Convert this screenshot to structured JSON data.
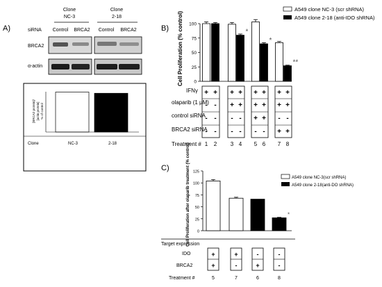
{
  "panelA": {
    "label": "A)",
    "clone1_label": [
      "Clone",
      "NC-3"
    ],
    "clone2_label": [
      "Clone",
      "2-18"
    ],
    "sirna_label": "siRNA",
    "lane_labels": [
      "Control",
      "BRCA2",
      "Control",
      "BRCA2"
    ],
    "blot_labels": [
      "BRCA2",
      "α-actin"
    ],
    "ylabel": [
      "[BRCA2 protein]/",
      "[actin protein]",
      "% of control"
    ],
    "clone_row_label": "Clone",
    "clone_values": [
      "NC-3",
      "2-18"
    ]
  },
  "panelB": {
    "label": "B)",
    "treatment_label": "Treatment #",
    "treatment_numbers": [
      "1",
      "2",
      "3",
      "4",
      "5",
      "6",
      "7",
      "8"
    ],
    "rows": [
      {
        "label": "IFNγ",
        "signs": [
          "+",
          "+",
          "+",
          "+",
          "+",
          "+",
          "+",
          "+"
        ]
      },
      {
        "label": "olaparib (1 μM)",
        "signs": [
          "-",
          "-",
          "+",
          "+",
          "+",
          "+",
          "+",
          "+"
        ]
      },
      {
        "label": "control siRNA",
        "signs": [
          "-",
          "-",
          "-",
          "-",
          "+",
          "+",
          "-",
          "-"
        ]
      },
      {
        "label": "BRCA2 siRNA",
        "signs": [
          "-",
          "-",
          "-",
          "-",
          "-",
          "-",
          "+",
          "+"
        ]
      }
    ]
  },
  "panelC": {
    "label": "C)",
    "target_label": "Target expression",
    "treatment_label": "Treatment #",
    "rows": [
      {
        "label": "IDO",
        "signs": [
          "+",
          "+",
          "-",
          "-"
        ]
      },
      {
        "label": "BRCA2",
        "signs": [
          "+",
          "-",
          "+",
          "-"
        ]
      }
    ],
    "treatment_numbers": [
      "5",
      "7",
      "6",
      "8"
    ]
  },
  "colors": {
    "open_bar": "#ffffff",
    "filled_bar": "#000000",
    "axis": "#000000"
  },
  "chart_data": [
    {
      "id": "A",
      "type": "bar",
      "categories": [
        "NC-3",
        "2-18"
      ],
      "values": [
        100,
        97
      ],
      "ylabel": "[BRCA2 protein]/[actin protein] % of control",
      "ylim": [
        0,
        120
      ]
    },
    {
      "id": "B",
      "type": "bar",
      "ylabel": "Cell Proliferation (% control)",
      "ylim": [
        0,
        100
      ],
      "yticks": [
        "0",
        "25",
        "50",
        "75",
        "100"
      ],
      "categories": [
        "1",
        "2",
        "3",
        "4",
        "5",
        "6",
        "7",
        "8"
      ],
      "values": [
        100,
        100,
        99,
        80,
        103,
        65,
        67,
        27
      ],
      "errors": [
        3,
        2,
        3,
        2,
        4,
        2,
        2,
        1
      ],
      "fills": [
        "open",
        "filled",
        "open",
        "filled",
        "open",
        "filled",
        "open",
        "filled"
      ],
      "annotations": [
        "",
        "",
        "",
        "*",
        "",
        "*",
        "",
        "**"
      ],
      "legend": [
        "A549 clone NC-3 (scr shRNA)",
        "A549 clone 2-18 (anti-IDO shRNA)"
      ],
      "legend_position": "top-right"
    },
    {
      "id": "C",
      "type": "bar",
      "ylabel": "Cell Proliferation after olaparib treatment (% control)",
      "ylim": [
        0,
        125
      ],
      "yticks": [
        "0",
        "25",
        "50",
        "75",
        "100",
        "125"
      ],
      "categories": [
        "5",
        "7",
        "6",
        "8"
      ],
      "values": [
        104,
        68,
        66,
        27
      ],
      "errors": [
        3,
        2,
        0,
        1
      ],
      "fills": [
        "open",
        "open",
        "filled",
        "filled"
      ],
      "annotations": [
        "",
        "",
        "",
        "*"
      ],
      "legend": [
        "A549 clone NC-3(scr shRNA)",
        "A549 clone 2-18(anti-DO shRNA)"
      ],
      "legend_position": "top-right"
    }
  ]
}
